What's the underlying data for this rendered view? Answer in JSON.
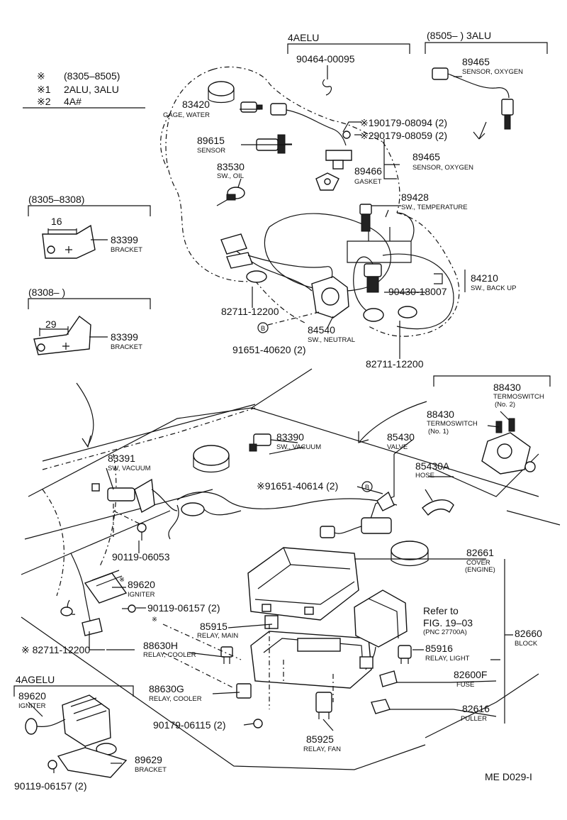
{
  "legend": [
    {
      "mark": "※",
      "text": "(8305–8505)"
    },
    {
      "mark": "※1",
      "text": "2ALU, 3ALU"
    },
    {
      "mark": "※2",
      "text": "4A#"
    }
  ],
  "groups": {
    "g4aelu": "4AELU",
    "g8505": "(8505–        ) 3ALU",
    "g8305": "(8305–8308)",
    "g8308": "(8308–        )",
    "g4agelu": "4AGELU"
  },
  "dims": {
    "d16": "16",
    "d29": "29"
  },
  "callouts": [
    {
      "id": "c90464",
      "pn": "90464-00095",
      "name": ""
    },
    {
      "id": "c89465a",
      "pn": "89465",
      "name": "SENSOR, OXYGEN"
    },
    {
      "id": "c83420",
      "pn": "83420",
      "name": "GAGE, WATER"
    },
    {
      "id": "c190179",
      "pn": "※190179-08094 (2)",
      "name": ""
    },
    {
      "id": "c290179",
      "pn": "※290179-08059 (2)",
      "name": ""
    },
    {
      "id": "c89615",
      "pn": "89615",
      "name": "SENSOR"
    },
    {
      "id": "c89465b",
      "pn": "89465",
      "name": "SENSOR, OXYGEN"
    },
    {
      "id": "c83530",
      "pn": "83530",
      "name": "SW., OIL"
    },
    {
      "id": "c89466",
      "pn": "89466",
      "name": "GASKET"
    },
    {
      "id": "c89428",
      "pn": "89428",
      "name": "SW., TEMPERATURE"
    },
    {
      "id": "c83399a",
      "pn": "83399",
      "name": "BRACKET"
    },
    {
      "id": "c84210",
      "pn": "84210",
      "name": "SW., BACK UP"
    },
    {
      "id": "c90430",
      "pn": "90430-18007",
      "name": ""
    },
    {
      "id": "c83399b",
      "pn": "83399",
      "name": "BRACKET"
    },
    {
      "id": "c82711a",
      "pn": "82711-12200",
      "name": ""
    },
    {
      "id": "c84540",
      "pn": "84540",
      "name": "SW., NEUTRAL"
    },
    {
      "id": "c91651a",
      "pn": "91651-40620 (2)",
      "name": ""
    },
    {
      "id": "c82711b",
      "pn": "82711-12200",
      "name": ""
    },
    {
      "id": "c88430a",
      "pn": "88430",
      "name": "TERMOSWITCH"
    },
    {
      "id": "c88430b",
      "pn": "88430",
      "name": "TERMOSWITCH"
    },
    {
      "id": "c83390",
      "pn": "83390",
      "name": "SW., VACUUM"
    },
    {
      "id": "c83391",
      "pn": "83391",
      "name": "SW, VACUUM"
    },
    {
      "id": "c85430",
      "pn": "85430",
      "name": "VALVE"
    },
    {
      "id": "c85430a",
      "pn": "85430A",
      "name": "HOSE"
    },
    {
      "id": "c91651b",
      "pn": "※91651-40614 (2)",
      "name": ""
    },
    {
      "id": "c90119a",
      "pn": "90119-06053",
      "name": ""
    },
    {
      "id": "c82661",
      "pn": "82661",
      "name": "COVER"
    },
    {
      "id": "c89620a",
      "pn": "89620",
      "name": "IGNITER"
    },
    {
      "id": "c90119b",
      "pn": "90119-06157 (2)",
      "name": ""
    },
    {
      "id": "c85915",
      "pn": "85915",
      "name": "RELAY, MAIN"
    },
    {
      "id": "c82711c",
      "pn": "※ 82711-12200",
      "name": ""
    },
    {
      "id": "c88630h",
      "pn": "88630H",
      "name": "RELAY, COOLER"
    },
    {
      "id": "c82660",
      "pn": "82660",
      "name": "BLOCK"
    },
    {
      "id": "c85916",
      "pn": "85916",
      "name": "RELAY, LIGHT"
    },
    {
      "id": "c88630g",
      "pn": "88630G",
      "name": "RELAY, COOLER"
    },
    {
      "id": "c82600f",
      "pn": "82600F",
      "name": "FUSE"
    },
    {
      "id": "c89620b",
      "pn": "89620",
      "name": "IGNITER"
    },
    {
      "id": "c90179",
      "pn": "90179-06115 (2)",
      "name": ""
    },
    {
      "id": "c82616",
      "pn": "82616",
      "name": "PULLER"
    },
    {
      "id": "c85925",
      "pn": "85925",
      "name": "RELAY, FAN"
    },
    {
      "id": "c89629",
      "pn": "89629",
      "name": "BRACKET"
    },
    {
      "id": "c90119c",
      "pn": "90119-06157 (2)",
      "name": ""
    }
  ],
  "extra": {
    "tsNo2": "(No. 2)",
    "tsNo1": "(No. 1)",
    "engine": "(ENGINE)",
    "refer1": "Refer to",
    "refer2": "FIG. 19–03",
    "refer3": "(PNC 27700A)",
    "starMark": "※",
    "bMark": "B"
  },
  "footer": "ME D029-I"
}
